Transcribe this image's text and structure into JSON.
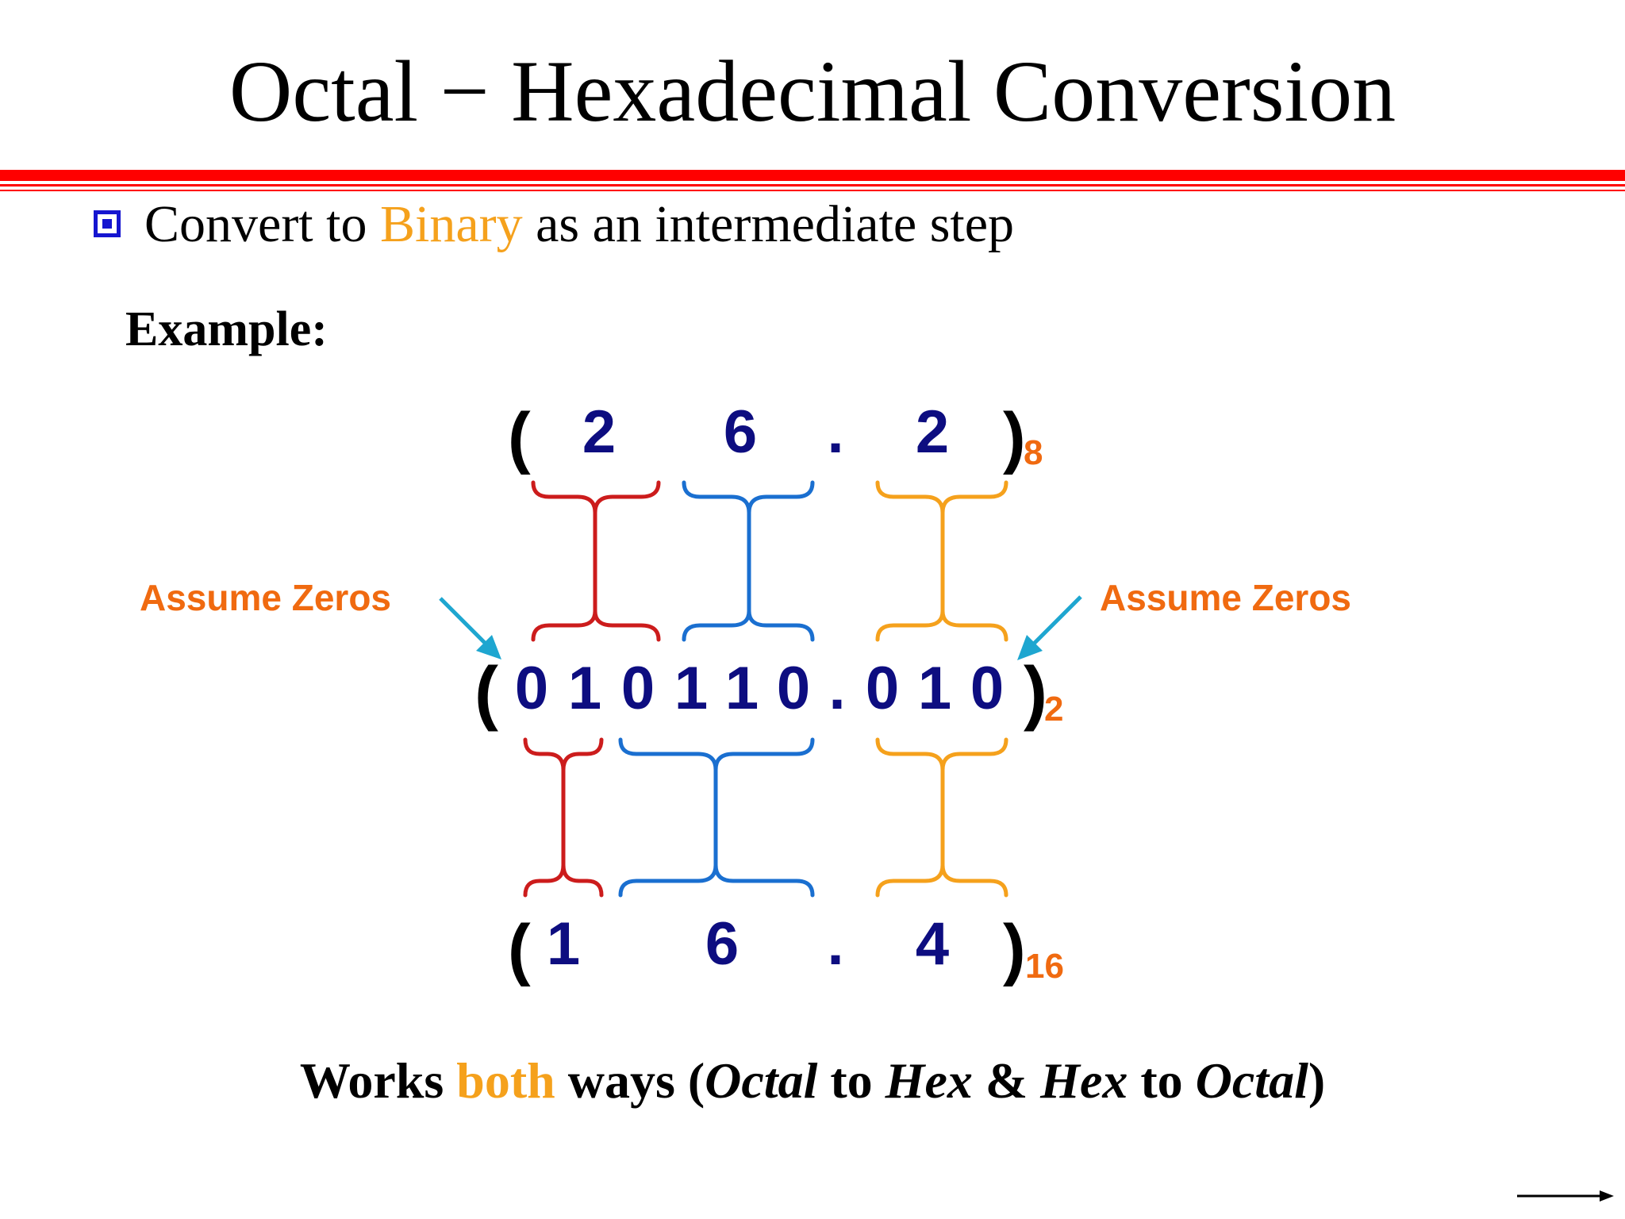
{
  "title": "Octal − Hexadecimal Conversion",
  "bullet": {
    "prefix": "Convert to ",
    "highlight": "Binary",
    "suffix": " as an intermediate step"
  },
  "example_label": "Example:",
  "octal": {
    "open": "(",
    "digits": [
      "2",
      "6",
      ".",
      "2"
    ],
    "close": ")",
    "base": "8"
  },
  "binary": {
    "open": "(",
    "digits": [
      "0",
      "1",
      "0",
      "1",
      "1",
      "0",
      ".",
      "0",
      "1",
      "0"
    ],
    "close": ")",
    "base": "2"
  },
  "hex": {
    "open": "(",
    "digits": [
      "1",
      "6",
      ".",
      "4"
    ],
    "close": ")",
    "base": "16"
  },
  "annotations": {
    "left": "Assume Zeros",
    "right": "Assume Zeros"
  },
  "footer": {
    "a": "Works ",
    "b": "both",
    "c": " ways (",
    "d": "Octal",
    "e": " to ",
    "f": "Hex",
    "g": " & ",
    "h": "Hex",
    "i": " to ",
    "j": "Octal",
    "k": ")"
  },
  "colors": {
    "title_rule": "#ff0000",
    "bullet_box": "#1515d0",
    "highlight": "#f5a11c",
    "digit": "#0d0d80",
    "base_subscript": "#f06a10",
    "annotation": "#f06a10",
    "arrow": "#1ea6d0",
    "group_red": "#cc1c1c",
    "group_blue": "#1a6fd0",
    "group_orange": "#f5a11c"
  },
  "icons": {
    "bullet": "square-bullet-icon",
    "next": "right-arrow-icon"
  }
}
